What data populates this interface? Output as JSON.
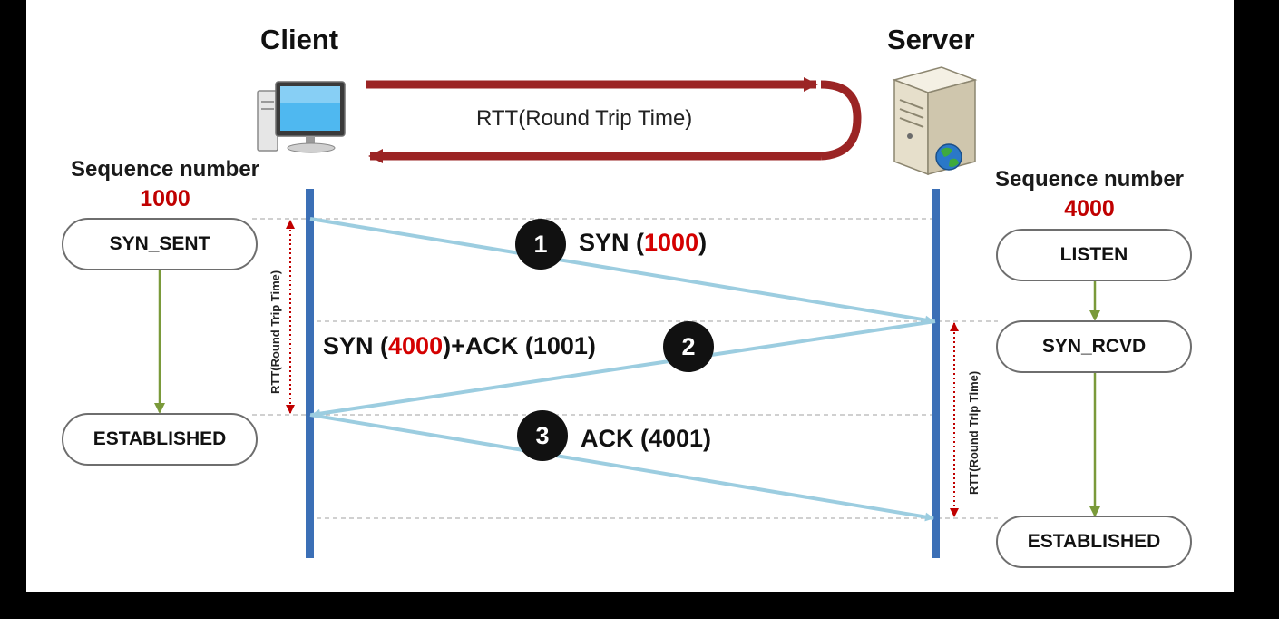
{
  "client": {
    "title": "Client",
    "sequence_label": "Sequence number",
    "sequence_number": "1000",
    "states": [
      "SYN_SENT",
      "ESTABLISHED"
    ],
    "rtt_vertical": "RTT(Round Trip Time)"
  },
  "server": {
    "title": "Server",
    "sequence_label": "Sequence number",
    "sequence_number": "4000",
    "states": [
      "LISTEN",
      "SYN_RCVD",
      "ESTABLISHED"
    ],
    "rtt_vertical": "RTT(Round Trip Time)"
  },
  "rtt_banner": "RTT(Round Trip Time)",
  "messages": [
    {
      "step": "1",
      "parts": [
        "SYN (",
        "1000",
        ")"
      ]
    },
    {
      "step": "2",
      "parts": [
        "SYN (",
        "4000",
        ")+ACK (1001)"
      ]
    },
    {
      "step": "3",
      "text": "ACK (4001)"
    }
  ],
  "colors": {
    "timeline": "#3b6fb6",
    "message_arrow": "#9ccde0",
    "rtt_arrow": "#9b2424",
    "state_arrow": "#7a9a3a",
    "highlight": "#d40000"
  },
  "icons": [
    "computer-icon",
    "server-icon",
    "globe-icon"
  ]
}
